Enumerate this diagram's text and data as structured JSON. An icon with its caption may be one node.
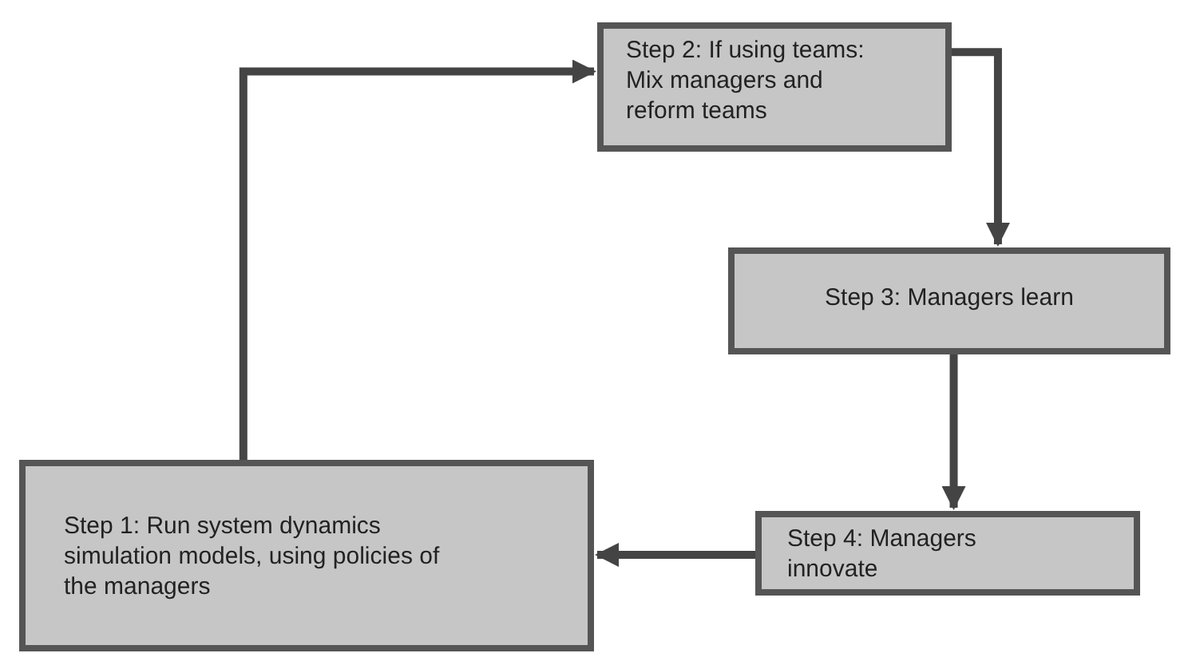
{
  "diagram": {
    "nodes": [
      {
        "text": [
          "Step 1: Run system dynamics simulation models, using policies of the managers"
        ]
      },
      {
        "text": [
          "Step 2: If using teams: Mix managers and reform teams"
        ]
      },
      {
        "text": [
          "Step 3: Managers learn"
        ]
      },
      {
        "text": [
          "Step 4: Managers innovate"
        ]
      }
    ],
    "edges": [
      {
        "from": 0,
        "to": 1,
        "arrow": "to"
      },
      {
        "from": 1,
        "to": 2,
        "arrow": "to"
      },
      {
        "from": 2,
        "to": 3,
        "arrow": "to"
      },
      {
        "from": 3,
        "to": 0,
        "arrow": "to"
      }
    ]
  }
}
